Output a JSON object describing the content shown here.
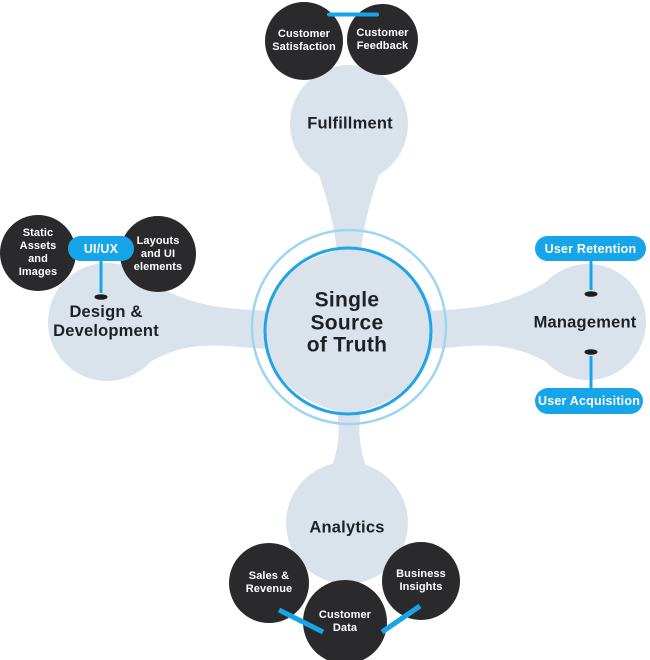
{
  "colors": {
    "node_dark": "#2a2a2c",
    "blob_light": "#dae3ec",
    "accent_blue": "#16a5e9",
    "ring_outer": "#9fd4f2",
    "ring_inner": "#21a3e5",
    "dot_dark": "#1d1d1f",
    "text_dark": "#1d2126",
    "text_light": "#ffffff"
  },
  "center": {
    "label": "Single Source of Truth",
    "lines": [
      "Single",
      "Source",
      "of Truth"
    ]
  },
  "branches": {
    "fulfillment": {
      "label": "Fulfillment"
    },
    "management": {
      "label": "Management"
    },
    "analytics": {
      "label": "Analytics"
    },
    "design": {
      "label": "Design & Development",
      "lines": [
        "Design &",
        "Development"
      ]
    }
  },
  "satellites": {
    "customer_satisfaction": {
      "label": "Customer Satisfaction",
      "lines": [
        "Customer",
        "Satisfaction"
      ]
    },
    "customer_feedback": {
      "label": "Customer Feedback",
      "lines": [
        "Customer",
        "Feedback"
      ]
    },
    "static_assets": {
      "label": "Static Assets and Images",
      "lines": [
        "Static",
        "Assets",
        "and",
        "Images"
      ]
    },
    "layouts": {
      "label": "Layouts and UI elements",
      "lines": [
        "Layouts",
        "and UI",
        "elements"
      ]
    },
    "sales_revenue": {
      "label": "Sales & Revenue",
      "lines": [
        "Sales &",
        "Revenue"
      ]
    },
    "customer_data": {
      "label": "Customer Data",
      "lines": [
        "Customer",
        "Data"
      ]
    },
    "business_insights": {
      "label": "Business Insights",
      "lines": [
        "Business",
        "Insights"
      ]
    }
  },
  "pills": {
    "uiux": {
      "label": "UI/UX"
    },
    "user_retention": {
      "label": "User Retention"
    },
    "user_acquisition": {
      "label": "User Acquisition"
    }
  }
}
